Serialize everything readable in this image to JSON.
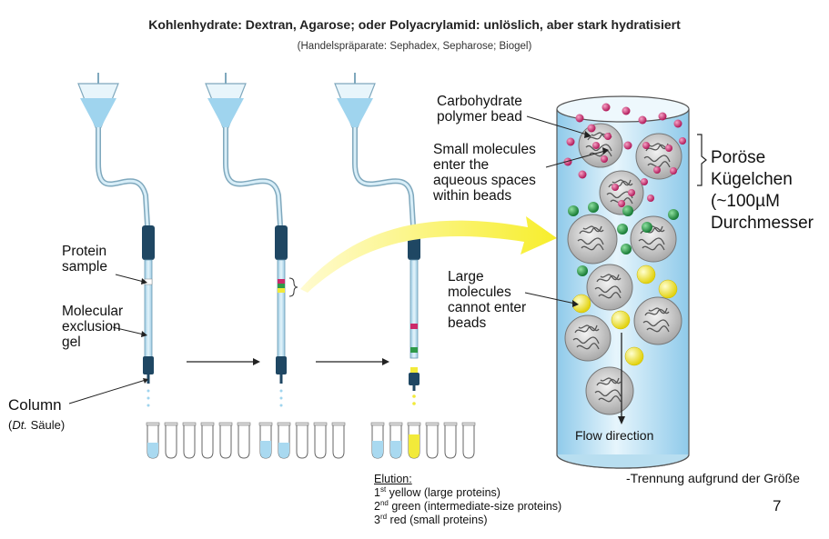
{
  "header": {
    "title": "Kohlenhydrate: Dextran, Agarose; oder Polyacrylamid: unlöslich, aber stark hydratisiert",
    "subtitle": "(Handelspräparate: Sephadex, Sepharose; Biogel)"
  },
  "labels": {
    "protein_sample": [
      "Protein",
      "sample"
    ],
    "molecular_exclusion_gel": [
      "Molecular",
      "exclusion",
      "gel"
    ],
    "column": "Column",
    "column_de_abbr": "Dt.",
    "column_de": " Säule)",
    "carbohydrate_bead": [
      "Carbohydrate",
      "polymer bead"
    ],
    "small_molecules": [
      "Small molecules",
      "enter the",
      "aqueous spaces",
      "within beads"
    ],
    "large_molecules": [
      "Large",
      "molecules",
      "cannot enter",
      "beads"
    ],
    "flow_direction": "Flow direction"
  },
  "side_note": [
    "Poröse",
    "Kügelchen",
    "(~100µM",
    "Durchmesser"
  ],
  "elution": {
    "heading": "Elution:",
    "items": [
      {
        "ordinal": "1",
        "suffix": "st",
        "text": " yellow (large proteins)"
      },
      {
        "ordinal": "2",
        "suffix": "nd",
        "text": " green (intermediate-size proteins)"
      },
      {
        "ordinal": "3",
        "suffix": "rd",
        "text": " red (small proteins)"
      }
    ]
  },
  "footer": {
    "note": "-Trennung aufgrund der Größe",
    "page_number": "7"
  },
  "colors": {
    "yellow": "#f2ea3a",
    "green": "#2e9a4a",
    "red": "#cc2a6a",
    "liquid": "#a9d9f0",
    "cap": "#1f4763"
  }
}
